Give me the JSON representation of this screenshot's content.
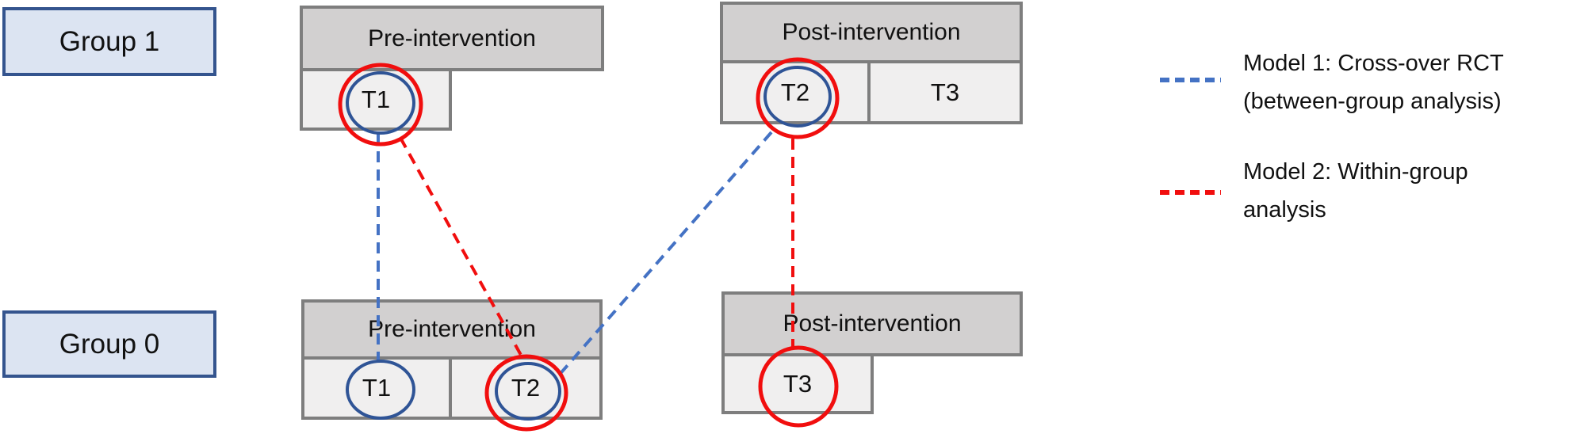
{
  "colors": {
    "model1-blue": "#4472C4",
    "model2-red": "#F10E0E",
    "circle-blue": "#2F5496",
    "group-box-fill": "#DCE4F2",
    "group-box-border": "#34548E",
    "header-gray": "#D2D0D0",
    "cell-gray": "#F0EFEF",
    "table-border": "#7E7E7E",
    "text": "#111111"
  },
  "groups": {
    "group1": "Group 1",
    "group0": "Group 0"
  },
  "tables": {
    "group1_pre": {
      "header": "Pre-intervention",
      "cells": [
        "T1"
      ]
    },
    "group1_post": {
      "header": "Post-intervention",
      "cells": [
        "T2",
        "T3"
      ]
    },
    "group0_pre": {
      "header": "Pre-intervention",
      "cells": [
        "T1",
        "T2"
      ]
    },
    "group0_post": {
      "header": "Post-intervention",
      "cells": [
        "T3"
      ]
    }
  },
  "legend": {
    "model1": {
      "line1": "Model 1: Cross-over RCT",
      "line2": "(between-group analysis)"
    },
    "model2": {
      "line1": "Model 2: Within-group",
      "line2": "analysis"
    }
  },
  "annotations": {
    "circled_timepoints": [
      {
        "cell": "Group 1 / Pre-intervention / T1",
        "circles": [
          "blue",
          "red"
        ]
      },
      {
        "cell": "Group 1 / Post-intervention / T2",
        "circles": [
          "blue",
          "red"
        ]
      },
      {
        "cell": "Group 0 / Pre-intervention / T1",
        "circles": [
          "blue"
        ]
      },
      {
        "cell": "Group 0 / Pre-intervention / T2",
        "circles": [
          "blue",
          "red"
        ]
      },
      {
        "cell": "Group 0 / Post-intervention / T3",
        "circles": [
          "red"
        ]
      }
    ],
    "connections": [
      {
        "model": "Model 1 (blue dashed)",
        "from": "Group 1 / Pre-intervention / T1",
        "to": "Group 0 / Pre-intervention / T1"
      },
      {
        "model": "Model 2 (red dashed)",
        "from": "Group 1 / Pre-intervention / T1",
        "to": "Group 0 / Pre-intervention / T2"
      },
      {
        "model": "Model 1 (blue dashed)",
        "from": "Group 1 / Post-intervention / T2",
        "to": "Group 0 / Pre-intervention / T2"
      },
      {
        "model": "Model 2 (red dashed)",
        "from": "Group 1 / Post-intervention / T2",
        "to": "Group 0 / Post-intervention / T3"
      }
    ]
  }
}
